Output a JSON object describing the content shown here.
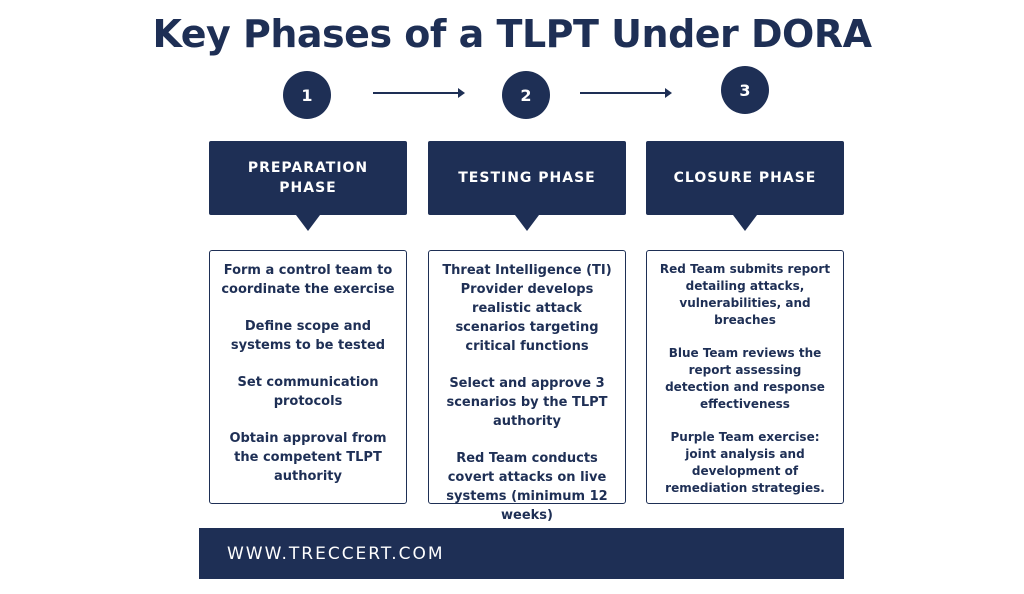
{
  "title": "Key Phases of a TLPT Under DORA",
  "steps": [
    "1",
    "2",
    "3"
  ],
  "phases": [
    {
      "name": "PREPARATION PHASE",
      "items": [
        "Form a control team to coordinate the exercise",
        "Define scope and systems to be tested",
        "Set communication protocols",
        "Obtain approval from the competent TLPT authority"
      ]
    },
    {
      "name": "TESTING PHASE",
      "items": [
        "Threat Intelligence (TI) Provider develops realistic attack scenarios targeting critical functions",
        "Select and approve 3 scenarios by the TLPT authority",
        "Red Team conducts covert attacks on live systems (minimum 12 weeks)"
      ]
    },
    {
      "name": "CLOSURE PHASE",
      "items": [
        "Red Team submits report detailing attacks, vulnerabilities, and breaches",
        "Blue Team reviews the report assessing detection and response effectiveness",
        "Purple Team exercise: joint analysis and development of remediation strategies."
      ]
    }
  ],
  "footer": "WWW.TRECCERT.COM",
  "colors": {
    "navy": "#1e2f55",
    "background": "#ffffff"
  }
}
